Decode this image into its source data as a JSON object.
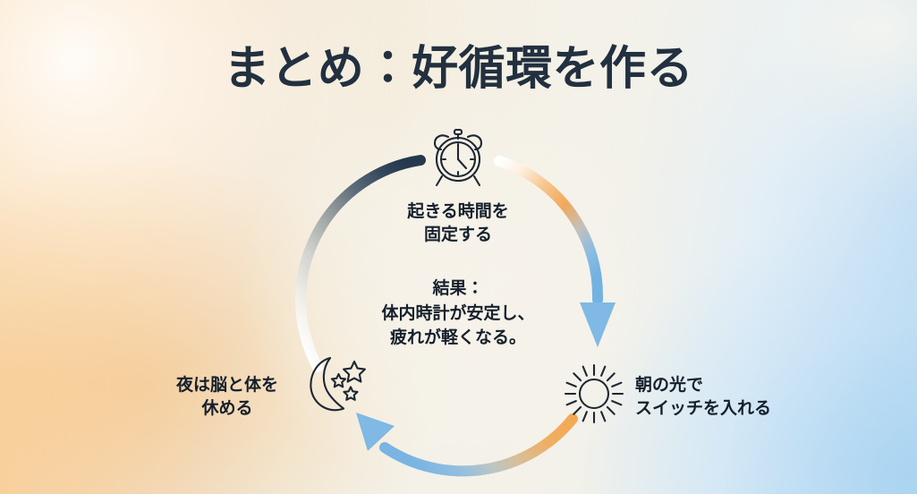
{
  "slide": {
    "title": "まとめ：好循環を作る",
    "background": {
      "warm_accent": "#F6C98E",
      "cool_accent": "#BCDCF3",
      "canvas": "#F4F1E8"
    },
    "text_color": "#15202C",
    "title_color": "#22303F"
  },
  "cycle": {
    "nodes": [
      {
        "id": "wake-time",
        "icon": "alarm-clock-icon",
        "lines": [
          "起きる時間を",
          "固定する"
        ],
        "position": "top"
      },
      {
        "id": "morning-light",
        "icon": "sun-icon",
        "lines": [
          "朝の光で",
          "スイッチを入れる"
        ],
        "position": "bottom-right"
      },
      {
        "id": "night-rest",
        "icon": "moon-stars-icon",
        "lines": [
          "夜は脳と体を",
          "休める"
        ],
        "position": "bottom-left"
      }
    ],
    "arrows": [
      {
        "id": "arrow-top-right",
        "from": "wake-time",
        "to": "morning-light",
        "gradient_from": "#FFFFFF",
        "gradient_mid": "#F0A95B",
        "gradient_to": "#74B2E2",
        "head_color": "#7FB9E4"
      },
      {
        "id": "arrow-bottom",
        "from": "morning-light",
        "to": "night-rest",
        "gradient_from": "#F2A955",
        "gradient_mid": "#C8CBBE",
        "gradient_to": "#79B4E3",
        "head_color": "#7FB9E4"
      },
      {
        "id": "arrow-left",
        "from": "night-rest",
        "to": "wake-time",
        "gradient_from": "#FFFFFF",
        "gradient_mid": "#9FA5A4",
        "gradient_to": "#27384E",
        "head_color": "#27384E"
      }
    ],
    "center_result": {
      "lines": [
        "結果：",
        "体内時計が安定し、",
        "疲れが軽くなる。"
      ]
    }
  }
}
